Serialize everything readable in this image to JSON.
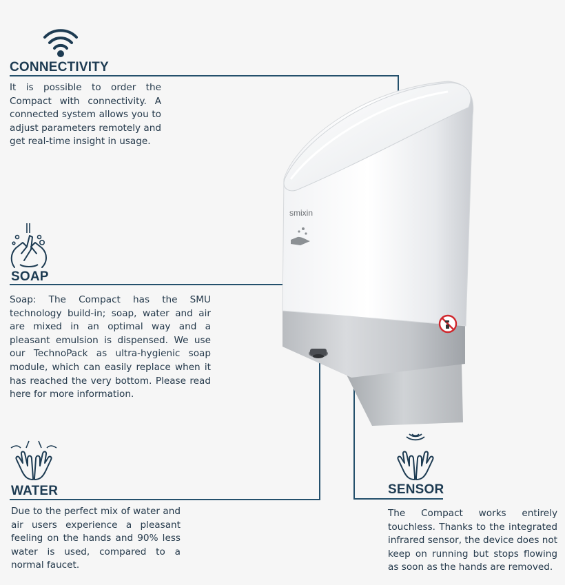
{
  "sections": {
    "connectivity": {
      "title": "CONNECTIVITY",
      "text": "It is possible to order the Compact with connectivity. A connected system allows you to adjust parameters remotely and get real-time insight in usage.",
      "icon": "wifi-icon"
    },
    "soap": {
      "title": "SOAP",
      "text": "Soap: The Compact has the SMU technology build-in; soap, water and air are mixed in an optimal way and a pleasant emulsion is dispensed. We use our TechnoPack as ultra-hygienic soap module, which can easily replace when it has reached the very bottom. Please read here for more information.",
      "icon": "soap-hands-icon"
    },
    "water": {
      "title": "WATER",
      "text": "Due to the perfect mix of water and air users experience a pleasant feeling on the hands and 90% less water is used, compared to a normal faucet.",
      "icon": "water-hands-icon"
    },
    "sensor": {
      "title": "SENSOR",
      "text": "The Compact works entirely touchless. Thanks to the integrated infrared sensor, the device does not keep on running but stops flowing as soon as the hands are removed.",
      "icon": "sensor-hands-icon"
    }
  },
  "device": {
    "brand": "smixin",
    "brand_mark": "®",
    "warning_icon": "no-drinking-water-icon"
  },
  "colors": {
    "primary": "#1d3b52",
    "line": "#24506c",
    "background": "#f6f6f6"
  }
}
